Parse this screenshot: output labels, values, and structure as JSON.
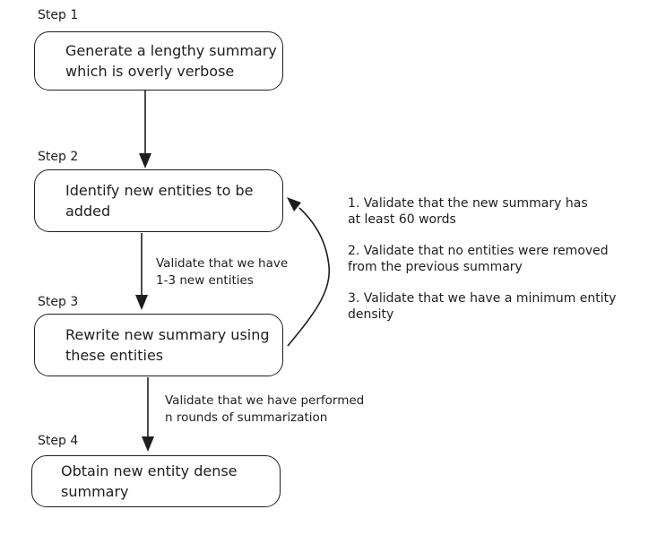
{
  "diagram": {
    "background_color": "#ffffff",
    "stroke_color": "#1e1e1e",
    "steps": [
      {
        "label": "Step 1",
        "box_lines": [
          "Generate a lengthy summary",
          "which is overly verbose"
        ]
      },
      {
        "label": "Step 2",
        "box_lines": [
          "Identify new entities to be",
          "added"
        ]
      },
      {
        "label": "Step 3",
        "box_lines": [
          "Rewrite new summary using",
          "these entities"
        ]
      },
      {
        "label": "Step 4",
        "box_lines": [
          "Obtain new entity dense",
          "summary"
        ]
      }
    ],
    "edge_labels": [
      {
        "lines": [
          "Validate that we have",
          "1-3 new entities"
        ]
      },
      {
        "lines": [
          "Validate that we have performed",
          "n rounds of summarization"
        ]
      }
    ],
    "loop_validations": [
      {
        "lines": [
          "1. Validate that the new summary has",
          "at least 60 words"
        ]
      },
      {
        "lines": [
          "2. Validate that no entities were removed",
          "from the previous summary"
        ]
      },
      {
        "lines": [
          "3. Validate that we have a minimum entity",
          "density"
        ]
      }
    ]
  }
}
